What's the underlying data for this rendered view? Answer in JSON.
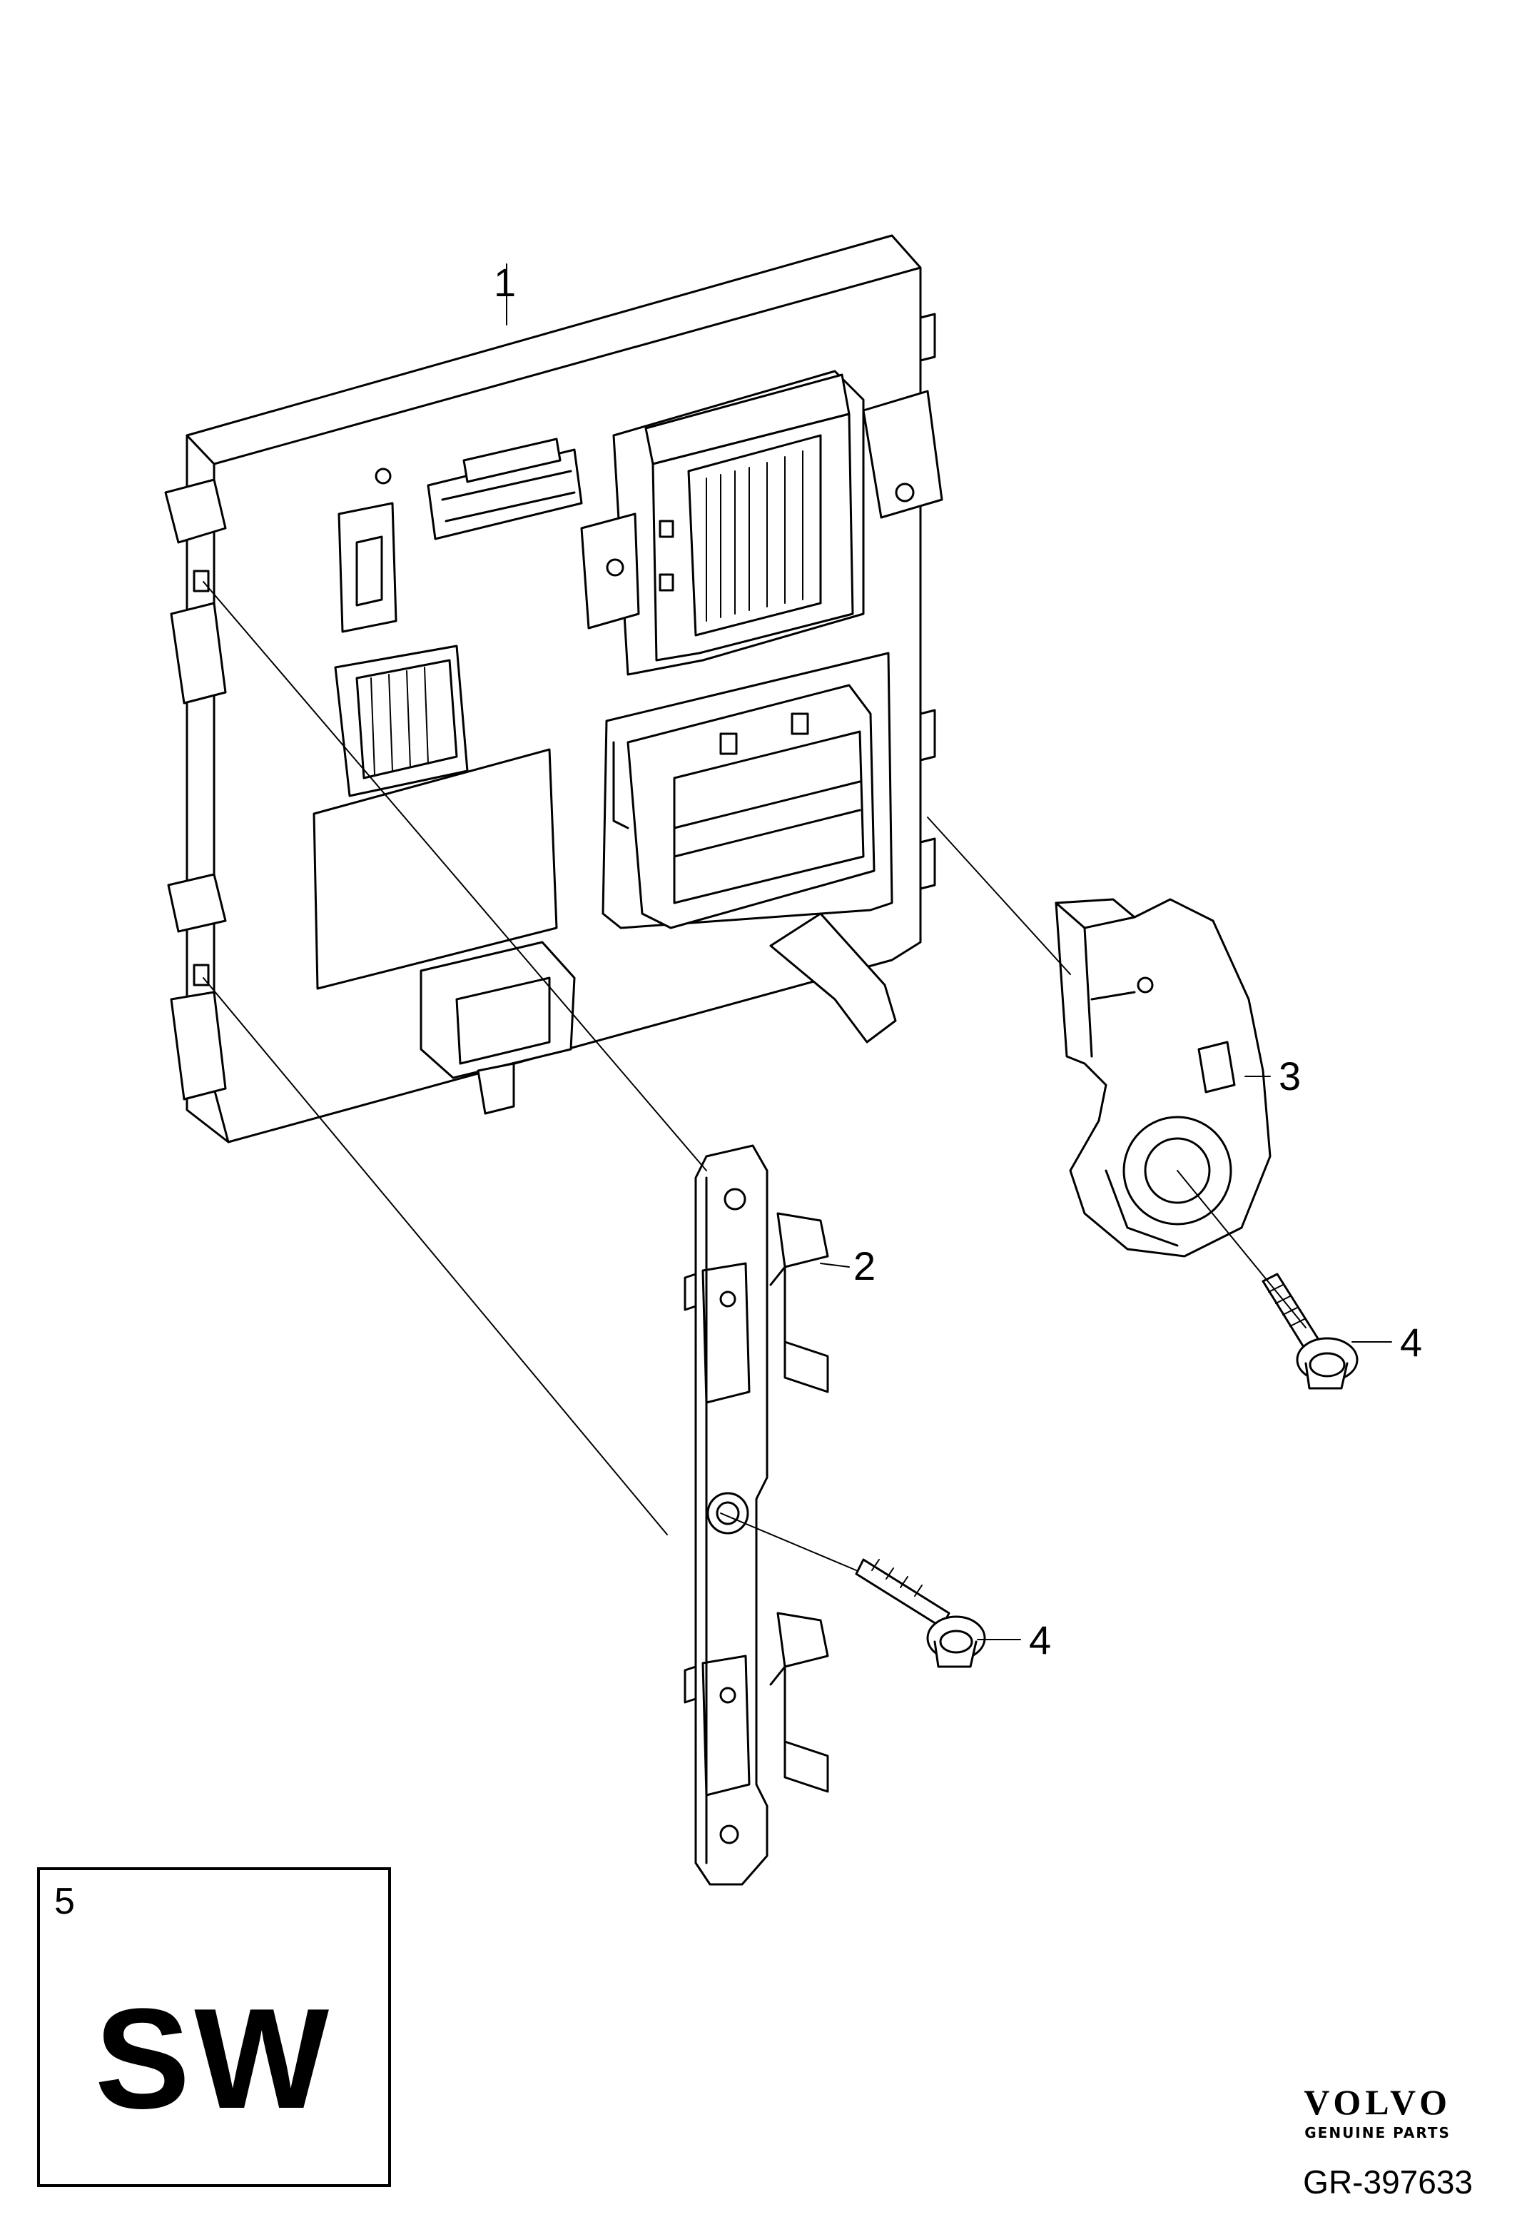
{
  "callouts": {
    "c1": "1",
    "c2": "2",
    "c3": "3",
    "c4a": "4",
    "c4b": "4"
  },
  "software_box": {
    "number": "5",
    "label": "SW"
  },
  "brand": {
    "name": "VOLVO",
    "tagline": "GENUINE PARTS"
  },
  "reference": "GR-397633"
}
